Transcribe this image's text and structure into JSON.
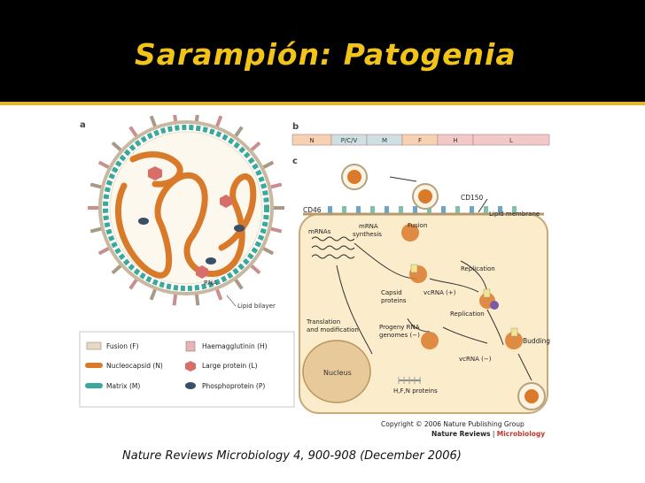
{
  "title": "Sarampión: Patogenia",
  "caption": "Nature Reviews Microbiology 4, 900-908 (December 2006)",
  "figure": {
    "panel_labels": {
      "a": "a",
      "b": "b",
      "c": "c"
    },
    "panel_a": {
      "rna_label": "RNA",
      "lipid_bilayer_label": "Lipid bilayer"
    },
    "legend": [
      {
        "label": "Fusion (F)"
      },
      {
        "label": "Haemagglutinin (H)"
      },
      {
        "label": "Nucleocapsid (N)"
      },
      {
        "label": "Large protein (L)"
      },
      {
        "label": "Matrix (M)"
      },
      {
        "label": "Phosphoprotein (P)"
      }
    ],
    "genome_segments": [
      {
        "label": "N",
        "color": "#f6d2b3"
      },
      {
        "label": "P/C/V",
        "color": "#cfe0e3"
      },
      {
        "label": "M",
        "color": "#cfe0e3"
      },
      {
        "label": "F",
        "color": "#f6d2b3"
      },
      {
        "label": "H",
        "color": "#f2c9c9"
      },
      {
        "label": "L",
        "color": "#f2c9c9"
      }
    ],
    "panel_c": {
      "cd150": "CD150",
      "cd46": "CD46",
      "lipid_membrane": "Lipid membrane",
      "fusion": "Fusion",
      "mrna_synthesis_line1": "mRNA",
      "mrna_synthesis_line2": "synthesis",
      "mrnas": "mRNAs",
      "replication_1": "Replication",
      "capsid_line1": "Capsid",
      "capsid_line2": "proteins",
      "vcrna_plus": "vcRNA (+)",
      "replication_2": "Replication",
      "translation_line1": "Translation",
      "translation_line2": "and modification",
      "progeny_line1": "Progeny RNA",
      "progeny_line2": "genomes (−)",
      "budding": "Budding",
      "vcrna_minus": "vcRNA (−)",
      "nucleus": "Nucleus",
      "hfn": "H,F,N proteins"
    },
    "copyright": "Copyright © 2006 Nature Publishing Group",
    "journal_name": "Nature Reviews",
    "journal_sep": " | ",
    "journal_section": "Microbiology"
  }
}
